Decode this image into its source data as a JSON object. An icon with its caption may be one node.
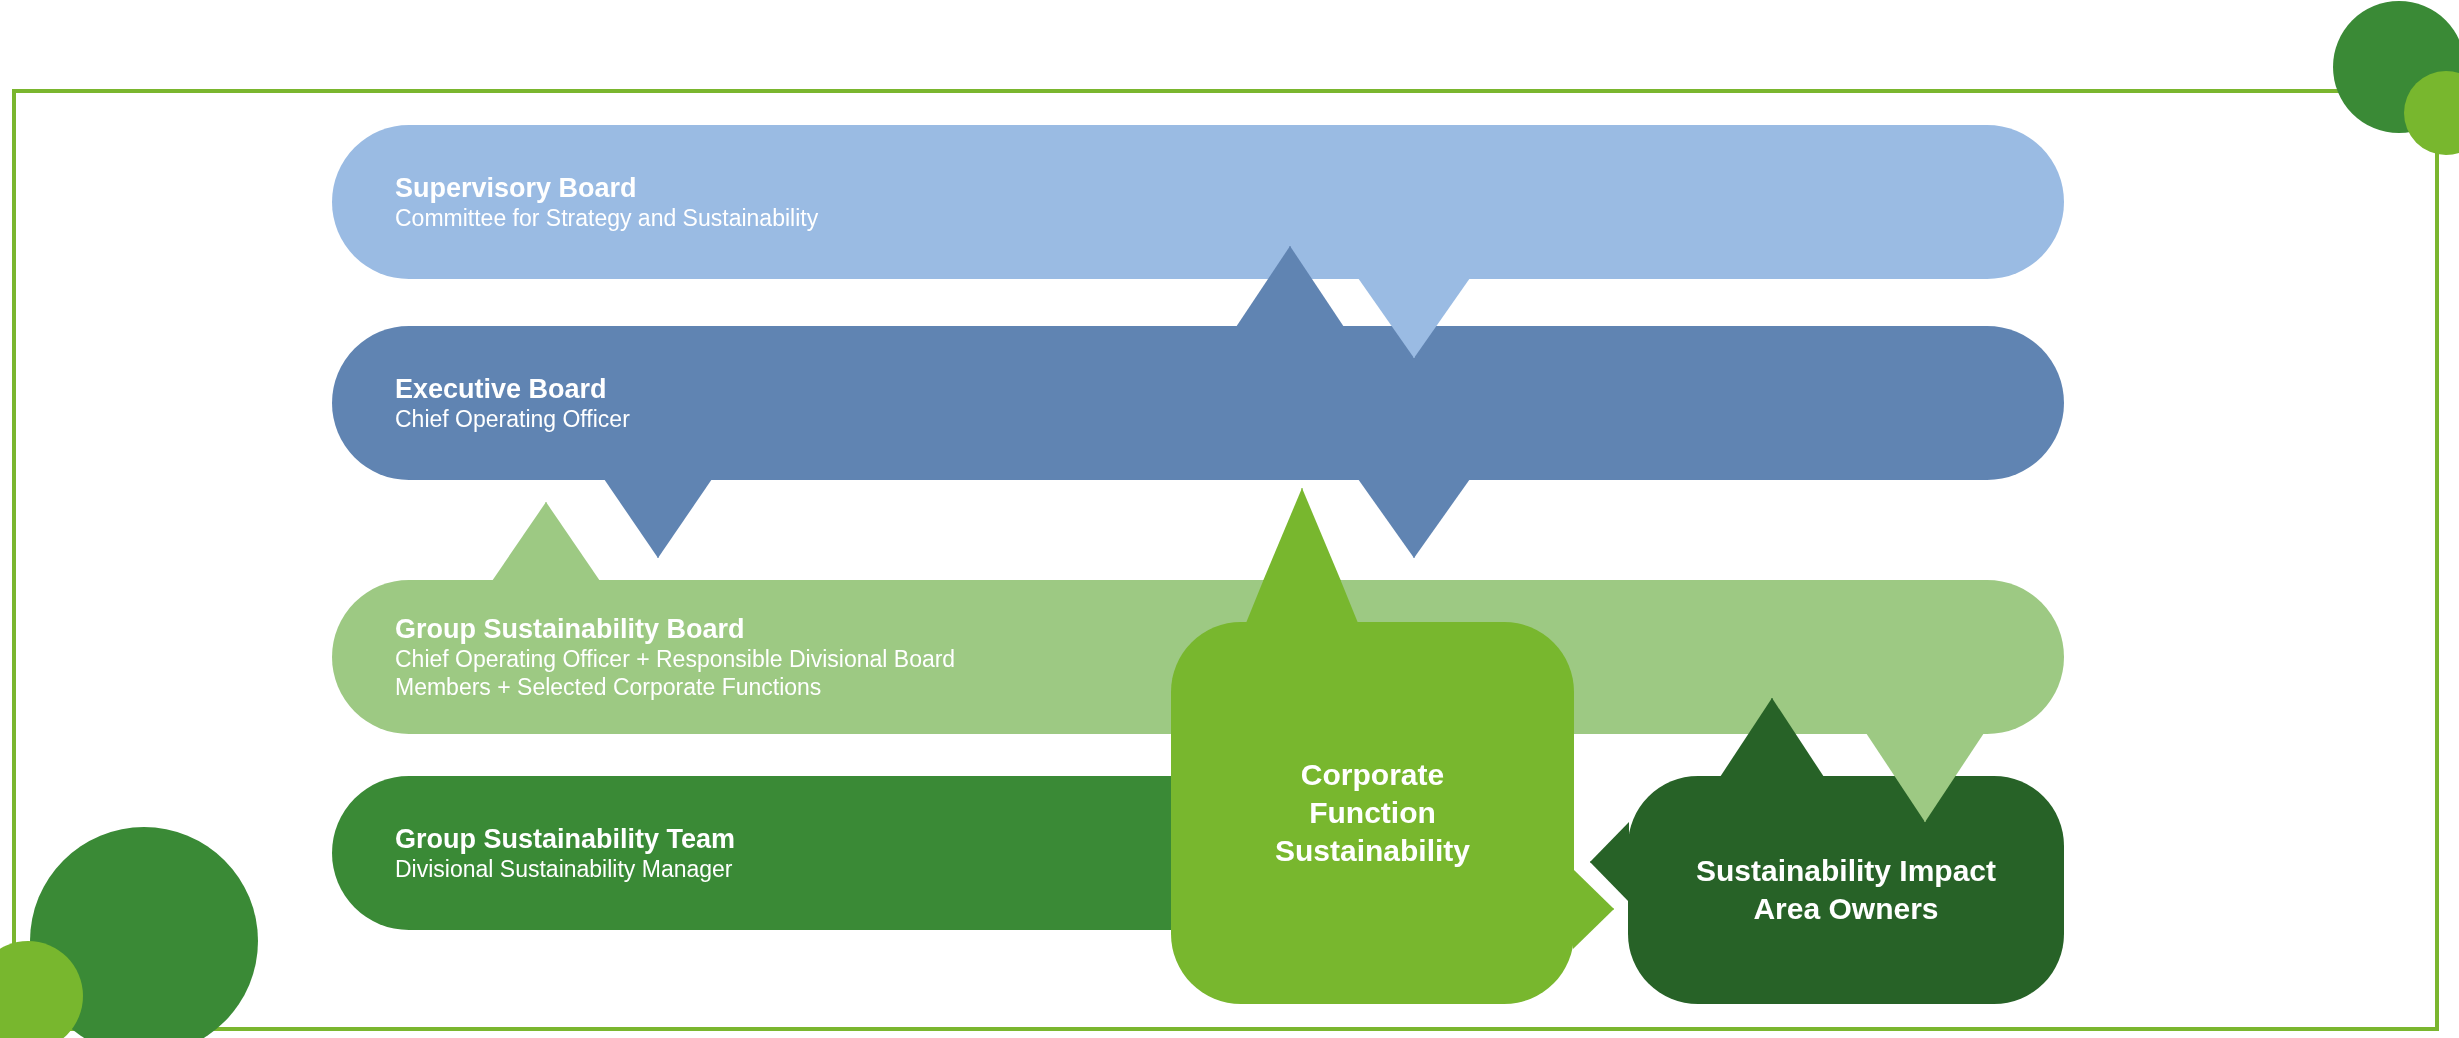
{
  "diagram": {
    "nodes": [
      {
        "text": [
          "Supervisory Board",
          "Committee for Strategy and Sustainability"
        ]
      },
      {
        "text": [
          "Executive Board",
          "Chief Operating Officer"
        ]
      },
      {
        "text": [
          "Group Sustainability Board",
          "Chief Operating Officer + Responsible Divisional Board Members + Selected Corporate Functions"
        ]
      },
      {
        "text": [
          "Group Sustainability Team",
          "Divisional Sustainability Manager"
        ]
      },
      {
        "text": [
          "Corporate Function Sustainability"
        ]
      },
      {
        "text": [
          "Sustainability Impact Area Owners"
        ]
      }
    ],
    "edges": [
      {
        "from": 0,
        "to": 1,
        "arrow": "to",
        "color": "#9abbe3"
      },
      {
        "from": 1,
        "to": 0,
        "arrow": "to",
        "color": "#6084b2"
      },
      {
        "from": 1,
        "to": 2,
        "arrow": "to",
        "color": "#6084b2"
      },
      {
        "from": 1,
        "to": 2,
        "arrow": "to",
        "color": "#6084b2"
      },
      {
        "from": 2,
        "to": 1,
        "arrow": "to",
        "color": "#9dc983"
      },
      {
        "from": 4,
        "to": 1,
        "arrow": "to",
        "color": "#78b72e"
      },
      {
        "from": 2,
        "to": 5,
        "arrow": "to",
        "color": "#9dc983"
      },
      {
        "from": 5,
        "to": 2,
        "arrow": "to",
        "color": "#276227"
      },
      {
        "from": 5,
        "to": 4,
        "arrow": "to",
        "color": "#276227"
      },
      {
        "from": 4,
        "to": 5,
        "arrow": "to",
        "color": "#78b72e"
      }
    ]
  }
}
